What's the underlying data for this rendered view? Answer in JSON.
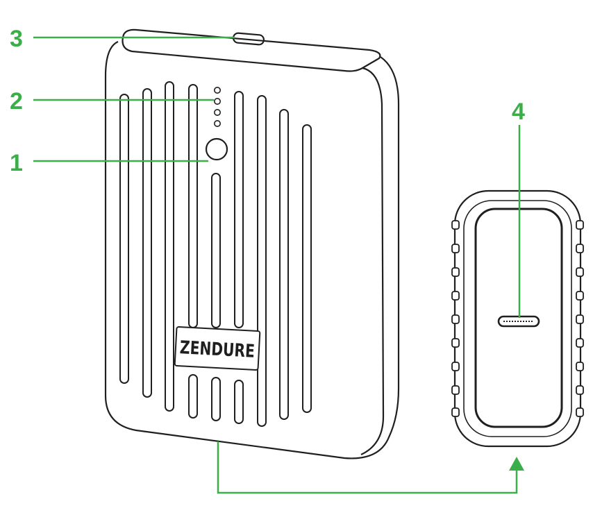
{
  "accent_color": "#3cae49",
  "outline_color": "#1f1f1f",
  "brand": {
    "text": "ZENDURE"
  },
  "callouts": [
    {
      "label": "3",
      "target": "usb-c-port-top"
    },
    {
      "label": "2",
      "target": "led-indicators"
    },
    {
      "label": "1",
      "target": "power-button"
    },
    {
      "label": "4",
      "target": "usb-c-port-side"
    }
  ],
  "arrow": {
    "from": "power-bank-front",
    "to": "power-bank-side",
    "icon": "arrow-up-icon"
  }
}
